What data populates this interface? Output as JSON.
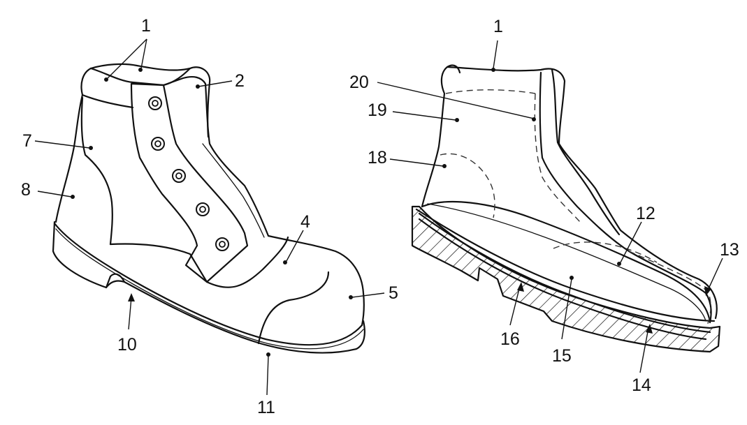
{
  "figure": {
    "left_boot": {
      "labels": [
        {
          "id": "l1",
          "text": "1"
        },
        {
          "id": "l2",
          "text": "2"
        },
        {
          "id": "l7",
          "text": "7"
        },
        {
          "id": "l8",
          "text": "8"
        },
        {
          "id": "l4",
          "text": "4"
        },
        {
          "id": "l5",
          "text": "5"
        },
        {
          "id": "l10",
          "text": "10"
        },
        {
          "id": "l11",
          "text": "11"
        }
      ]
    },
    "right_boot": {
      "labels": [
        {
          "id": "r1",
          "text": "1"
        },
        {
          "id": "r20",
          "text": "20"
        },
        {
          "id": "r19",
          "text": "19"
        },
        {
          "id": "r18",
          "text": "18"
        },
        {
          "id": "r12",
          "text": "12"
        },
        {
          "id": "r13",
          "text": "13"
        },
        {
          "id": "r16",
          "text": "16"
        },
        {
          "id": "r15",
          "text": "15"
        },
        {
          "id": "r14",
          "text": "14"
        }
      ]
    }
  }
}
